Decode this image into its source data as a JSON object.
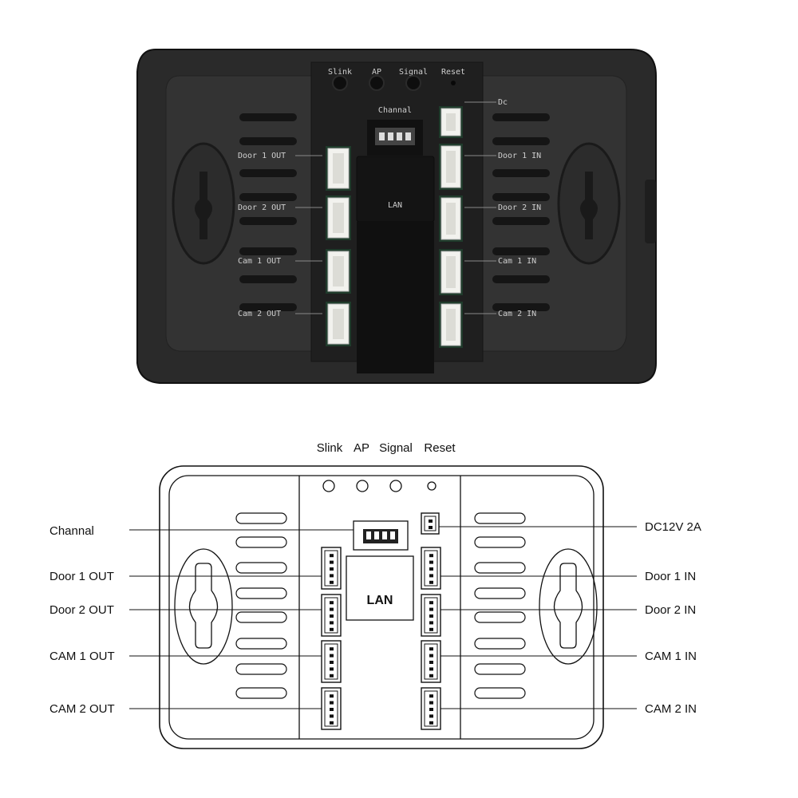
{
  "photo": {
    "buttons": [
      {
        "id": "slink",
        "label": "Slink"
      },
      {
        "id": "ap",
        "label": "AP"
      },
      {
        "id": "signal",
        "label": "Signal"
      },
      {
        "id": "reset",
        "label": "Reset"
      }
    ],
    "channel_label": "Channal",
    "lan_label": "LAN",
    "left_ports": [
      "Door 1 OUT",
      "Door 2 OUT",
      "Cam 1 OUT",
      "Cam 2 OUT"
    ],
    "right_ports": [
      "Dc",
      "Door 1 IN",
      "Door 2 IN",
      "Cam 1 IN",
      "Cam 2 IN"
    ]
  },
  "diagram": {
    "buttons": [
      {
        "id": "slink",
        "label": "Slink"
      },
      {
        "id": "ap",
        "label": "AP"
      },
      {
        "id": "signal",
        "label": "Signal"
      },
      {
        "id": "reset",
        "label": "Reset"
      }
    ],
    "channel_label": "Channal",
    "lan_label": "LAN",
    "left_ports": [
      "Door 1 OUT",
      "Door 2  OUT",
      "CAM 1 OUT",
      "CAM 2  OUT"
    ],
    "right_ports": [
      "DC12V 2A",
      "Door 1 IN",
      "Door 2  IN",
      "CAM 1 IN",
      "CAM 2  IN"
    ]
  }
}
